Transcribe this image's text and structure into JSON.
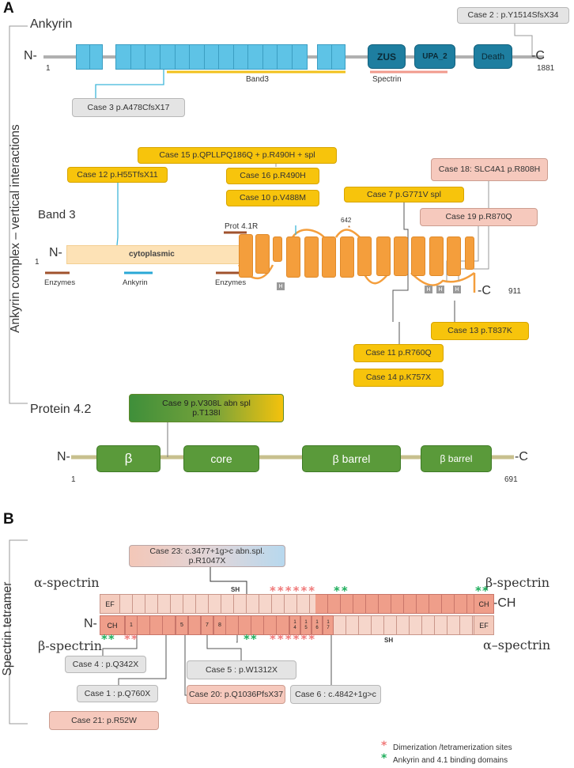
{
  "panels": {
    "a": "A",
    "b": "B"
  },
  "ankyrin": {
    "title": "Ankyrin",
    "n": "N-",
    "c": "-C",
    "start": "1",
    "end": "1881",
    "domains": {
      "zus": "ZUS",
      "upa": "UPA_2",
      "death": "Death"
    },
    "regions": {
      "band3": "Band3",
      "spectrin": "Spectrin"
    },
    "cases": {
      "case2": "Case 2 : p.Y1514SfsX34",
      "case3": "Case 3 p.A478CfsX17"
    }
  },
  "side_label_a": "Ankyrin complex – vertical interactions",
  "band3": {
    "title": "Band 3",
    "n": "N-",
    "c": "-C",
    "start": "1",
    "end": "911",
    "cyto": "cytoplasmic",
    "prot41r": "Prot 4.1R",
    "pos642": "642",
    "sites": {
      "enz1": "Enzymes",
      "ank": "Ankyrin",
      "enz2": "Enzymes"
    },
    "h": "H",
    "cases": {
      "case15": "Case 15 p.QPLLPQ186Q + p.R490H  + spl",
      "case12": "Case 12 p.H55TfsX11",
      "case16": "Case 16 p.R490H",
      "case10": "Case 10 p.V488M",
      "case7": "Case 7 p.G771V spl",
      "case18": "Case 18:  SLC4A1 p.R808H",
      "case19": "Case 19 p.R870Q",
      "case13": "Case 13 p.T837K",
      "case11": "Case 11 p.R760Q",
      "case14": "Case 14 p.K757X"
    }
  },
  "protein42": {
    "title": "Protein 4.2",
    "n": "N-",
    "c": "-C",
    "start": "1",
    "end": "691",
    "domains": {
      "beta": "β",
      "core": "core",
      "barrel1": "β barrel",
      "barrel2": "β barrel"
    },
    "case9_l1": "Case 9    p.V308L abn spl",
    "case9_l2": "p.T138I"
  },
  "spectrin": {
    "side_label": "Spectrin tetramer",
    "alpha_top": "α-spectrin",
    "beta_top": "β-spectrin",
    "beta_left": "β-spectrin",
    "alpha_right": "α–spectrin",
    "ch_right": "-CH",
    "n": "N-",
    "ef": "EF",
    "ch": "CH",
    "sh": "SH",
    "rep_labels": [
      "1",
      "5",
      "7",
      "8"
    ],
    "stack_labels": [
      "1\n4",
      "1\n5",
      "1\n6",
      "1\n7"
    ],
    "cases": {
      "case23_l1": "Case 23: c.3477+1g>c abn.spl.",
      "case23_l2": "p.R1047X",
      "case4": "Case 4 : p.Q342X",
      "case5": "Case 5 : p.W1312X",
      "case1": "Case 1 : p.Q760X",
      "case20": "Case 20: p.Q1036PfsX37",
      "case6": "Case 6 : c.4842+1g>c",
      "case21": "Case 21: p.R52W"
    }
  },
  "legend": {
    "star": "*",
    "dimer": "Dimerization /tetramerization sites",
    "ankyrin41": "Ankyrin and  4.1  binding domains"
  },
  "colors": {
    "ankyrin_box": "#5ec3e6",
    "ankyrin_dark": "#1e7ea0",
    "band3_tm": "#f49e3c",
    "case_yellow": "#f7c40c",
    "case_gray": "#e4e4e4",
    "case_pink": "#f6c9bd",
    "protein42": "#5a9a3a",
    "star_red": "#f08080",
    "star_green": "#1fae5c"
  }
}
